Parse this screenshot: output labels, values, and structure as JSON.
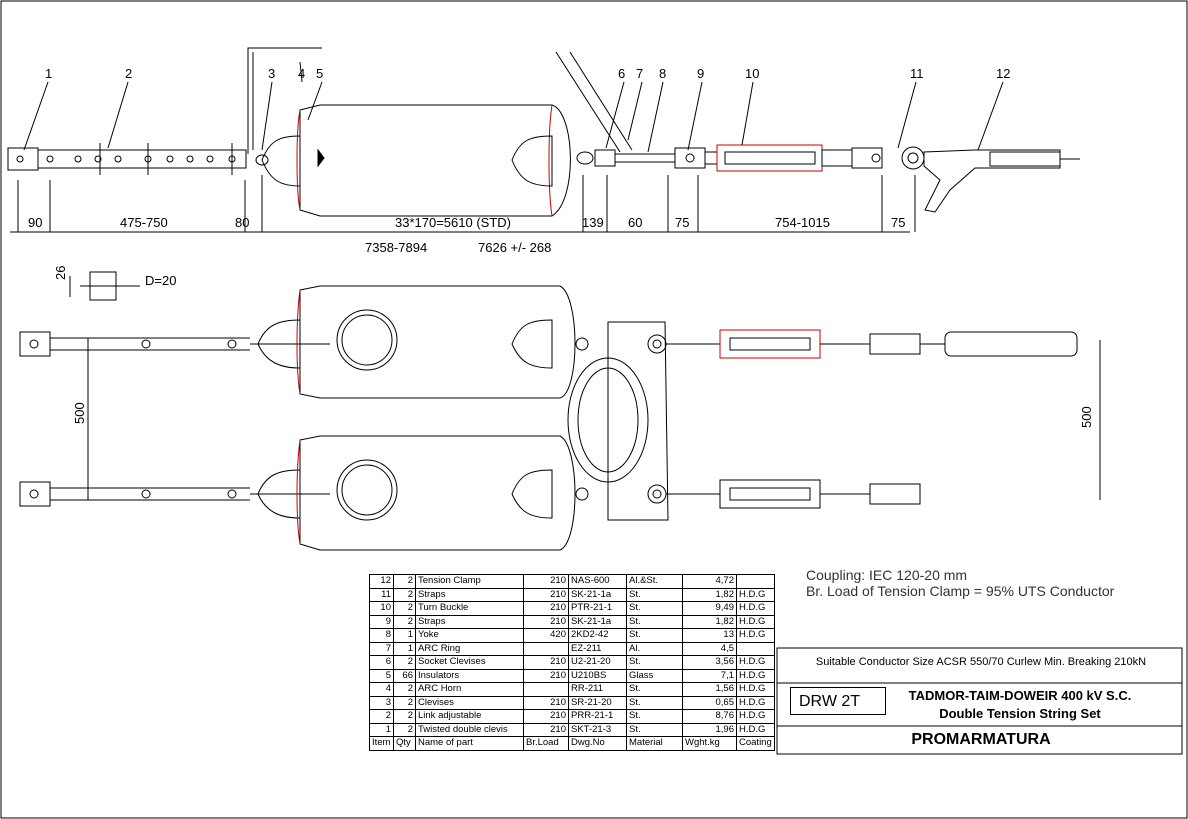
{
  "callouts": [
    "1",
    "2",
    "3",
    "4",
    "5",
    "6",
    "7",
    "8",
    "9",
    "10",
    "11",
    "12"
  ],
  "dimensions": {
    "top_row": [
      "90",
      "475-750",
      "80",
      "33*170=5610 (STD)",
      "139",
      "60",
      "75",
      "754-1015",
      "75"
    ],
    "overall_range": "7358-7894",
    "overall_nominal": "7626 +/- 268",
    "pin_dia": "D=20",
    "pin_len": "26",
    "spacing_left": "500",
    "spacing_right": "500"
  },
  "notes": {
    "coupling": "Coupling: IEC 120-20 mm",
    "breaking_load": "Br. Load of Tension Clamp = 95% UTS Conductor"
  },
  "parts_table": {
    "headers": [
      "Item",
      "Qty",
      "Name of part",
      "Br.Load",
      "Dwg.No",
      "Material",
      "Wght.kg",
      "Coating"
    ],
    "rows": [
      [
        "12",
        "2",
        "Tension Clamp",
        "210",
        "NAS-600",
        "Al.&St.",
        "4,72",
        ""
      ],
      [
        "11",
        "2",
        "Straps",
        "210",
        "SK-21-1a",
        "St.",
        "1,82",
        "H.D.G"
      ],
      [
        "10",
        "2",
        "Turn Buckle",
        "210",
        "PTR-21-1",
        "St.",
        "9,49",
        "H.D.G"
      ],
      [
        "9",
        "2",
        "Straps",
        "210",
        "SK-21-1a",
        "St.",
        "1,82",
        "H.D.G"
      ],
      [
        "8",
        "1",
        "Yoke",
        "420",
        "2KD2-42",
        "St.",
        "13",
        "H.D.G"
      ],
      [
        "7",
        "1",
        "ARC Ring",
        "",
        "EZ-211",
        "Al.",
        "4,5",
        ""
      ],
      [
        "6",
        "2",
        "Socket Clevises",
        "210",
        "U2-21-20",
        "St.",
        "3,56",
        "H.D.G"
      ],
      [
        "5",
        "66",
        "Insulators",
        "210",
        "U210BS",
        "Glass",
        "7,1",
        "H.D.G"
      ],
      [
        "4",
        "2",
        "ARC Horn",
        "",
        "RR-211",
        "St.",
        "1,56",
        "H.D.G"
      ],
      [
        "3",
        "2",
        "Clevises",
        "210",
        "SR-21-20",
        "St.",
        "0,65",
        "H.D.G"
      ],
      [
        "2",
        "2",
        "Link adjustable",
        "210",
        "PRR-21-1",
        "St.",
        "8,76",
        "H.D.G"
      ],
      [
        "1",
        "2",
        "Twisted double clevis",
        "210",
        "SKT-21-3",
        "St.",
        "1,96",
        "H.D.G"
      ]
    ]
  },
  "title_block": {
    "conductor": "Suitable Conductor Size ACSR 550/70 Curlew   Min. Breaking 210kN",
    "drawing_no": "DRW 2T",
    "project": "TADMOR-TAIM-DOWEIR  400 kV S.C.",
    "subtitle": "Double Tension String Set",
    "company": "PROMARMATURA"
  },
  "colors": {
    "ink": "#000000",
    "accent_red": "#cc0000",
    "paper": "#ffffff"
  }
}
